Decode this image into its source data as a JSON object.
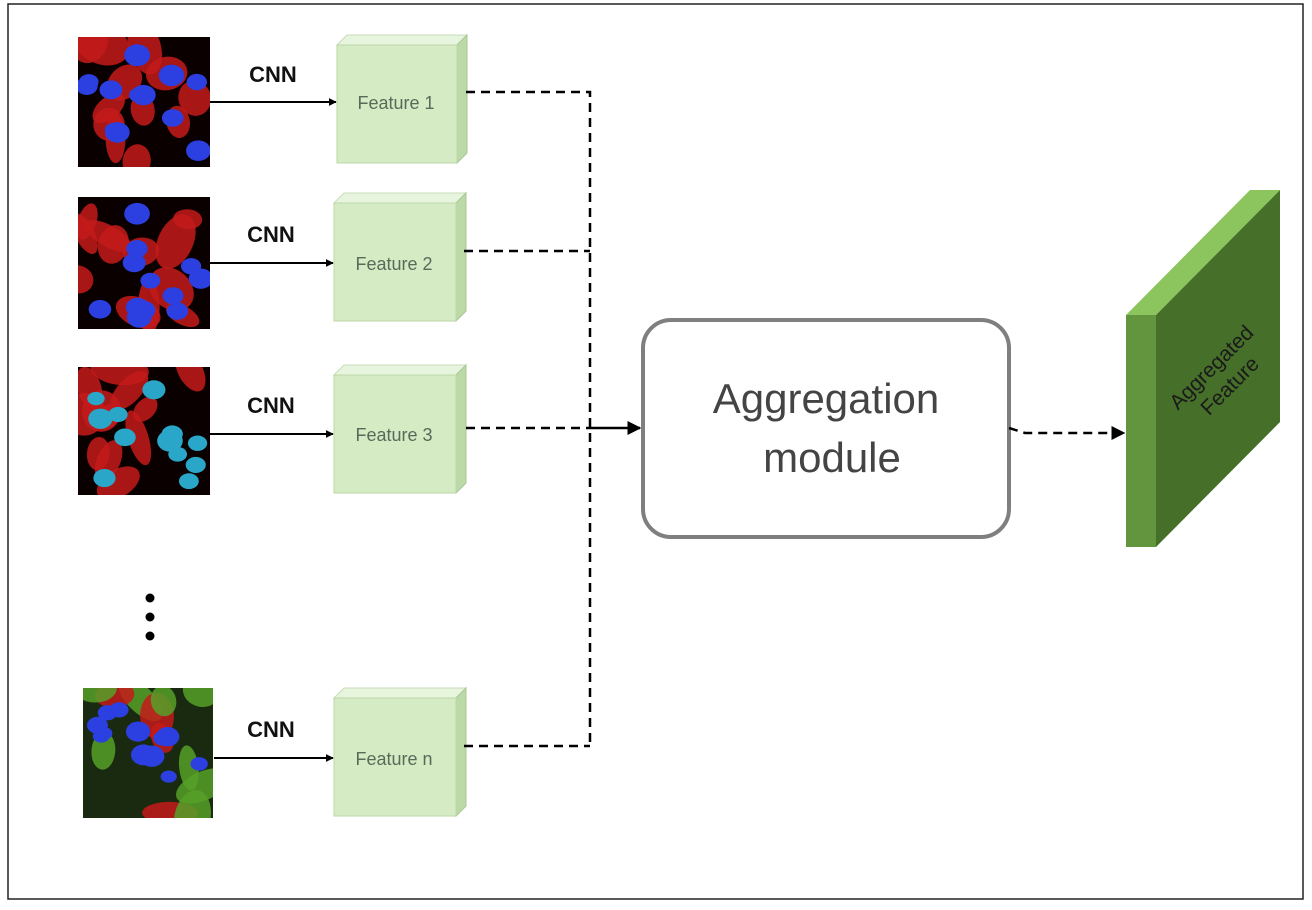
{
  "rows": [
    {
      "cnn_label": "CNN",
      "feature_label": "Feature 1",
      "image_kind": "red-blue"
    },
    {
      "cnn_label": "CNN",
      "feature_label": "Feature 2",
      "image_kind": "red-blue"
    },
    {
      "cnn_label": "CNN",
      "feature_label": "Feature 3",
      "image_kind": "red-cyan"
    },
    {
      "cnn_label": "CNN",
      "feature_label": "Feature n",
      "image_kind": "green-red-blue"
    }
  ],
  "aggregation": {
    "line1": "Aggregation",
    "line2": "module"
  },
  "aggregated_feature": {
    "line1": "Aggregated",
    "line2": "Feature"
  },
  "colors": {
    "feature_face": "#d4ebc4",
    "feature_top": "#e8f5de",
    "feature_side": "#bcd9a8",
    "agg_border": "#7f7f7f",
    "aggfeat_front": "#62953d",
    "aggfeat_top": "#8cc45e",
    "aggfeat_side": "#466f29",
    "cell_red": "#c41a1a",
    "nucleus_blue": "#2c3fe0",
    "nucleus_cyan": "#2aa6c8",
    "cyto_green": "#56a028"
  }
}
